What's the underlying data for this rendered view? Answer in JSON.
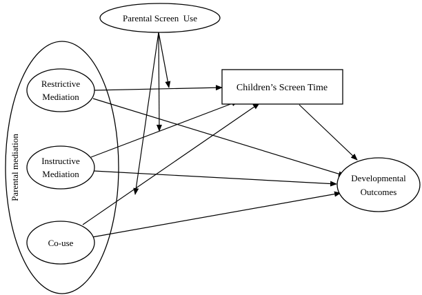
{
  "diagram": {
    "group_label": "Parental mediation",
    "nodes": {
      "parental_screen_use": {
        "line1": "Parental Screen  Use"
      },
      "restrictive": {
        "line1": "Restrictive",
        "line2": "Mediation"
      },
      "instructive": {
        "line1": "Instructive",
        "line2": "Mediation"
      },
      "couse": {
        "line1": "Co-use"
      },
      "screen_time": {
        "line1": "Children’s Screen Time"
      },
      "outcomes": {
        "line1": "Developmental",
        "line2": "Outcomes"
      }
    },
    "edges": [
      {
        "from": "Restrictive Mediation",
        "to": "Children’s Screen Time"
      },
      {
        "from": "Restrictive Mediation",
        "to": "Developmental Outcomes"
      },
      {
        "from": "Instructive Mediation",
        "to": "Children’s Screen Time"
      },
      {
        "from": "Instructive Mediation",
        "to": "Developmental Outcomes"
      },
      {
        "from": "Co-use",
        "to": "Children’s Screen Time"
      },
      {
        "from": "Co-use",
        "to": "Developmental Outcomes"
      },
      {
        "from": "Children’s Screen Time",
        "to": "Developmental Outcomes"
      },
      {
        "from": "Parental Screen  Use",
        "to": "Restrictive → Screen Time path"
      },
      {
        "from": "Parental Screen  Use",
        "to": "Instructive → Screen Time path"
      },
      {
        "from": "Parental Screen  Use",
        "to": "Co-use → Screen Time path"
      }
    ]
  }
}
